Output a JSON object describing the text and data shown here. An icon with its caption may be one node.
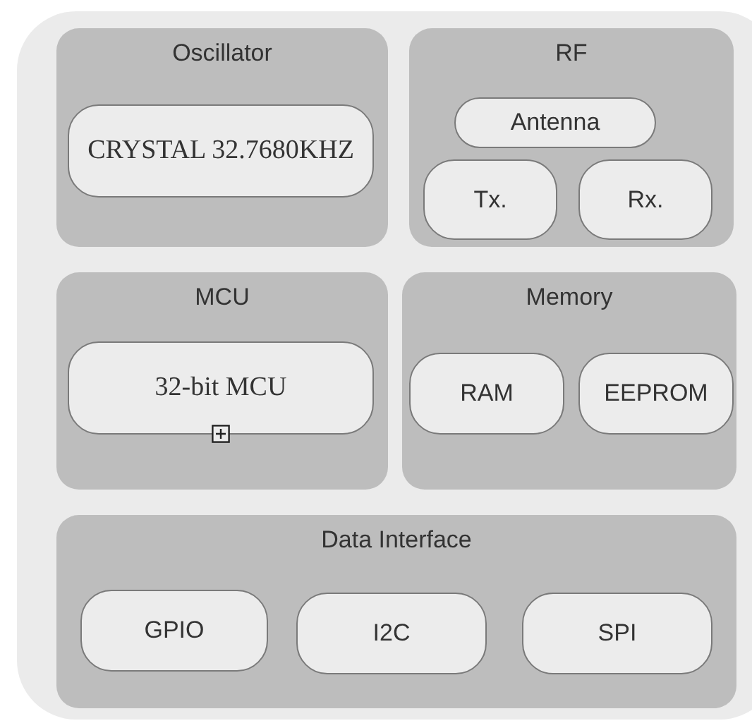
{
  "diagram": {
    "nodes": [
      {
        "text": [
          "Oscillator"
        ]
      },
      {
        "text": [
          "CRYSTAL 32.7680KHZ"
        ],
        "in": 0
      },
      {
        "text": [
          "RF"
        ]
      },
      {
        "text": [
          "Antenna"
        ],
        "in": 2
      },
      {
        "text": [
          "Tx."
        ],
        "in": 2
      },
      {
        "text": [
          "Rx."
        ],
        "in": 2
      },
      {
        "text": [
          "MCU"
        ]
      },
      {
        "text": [
          "32-bit MCU"
        ],
        "in": 6
      },
      {
        "text": [
          "Memory"
        ]
      },
      {
        "text": [
          "RAM"
        ],
        "in": 8
      },
      {
        "text": [
          "EEPROM"
        ],
        "in": 8
      },
      {
        "text": [
          "Data Interface"
        ]
      },
      {
        "text": [
          "GPIO"
        ],
        "in": 11
      },
      {
        "text": [
          "I2C"
        ],
        "in": 11
      },
      {
        "text": [
          "SPI"
        ],
        "in": 11
      }
    ]
  }
}
